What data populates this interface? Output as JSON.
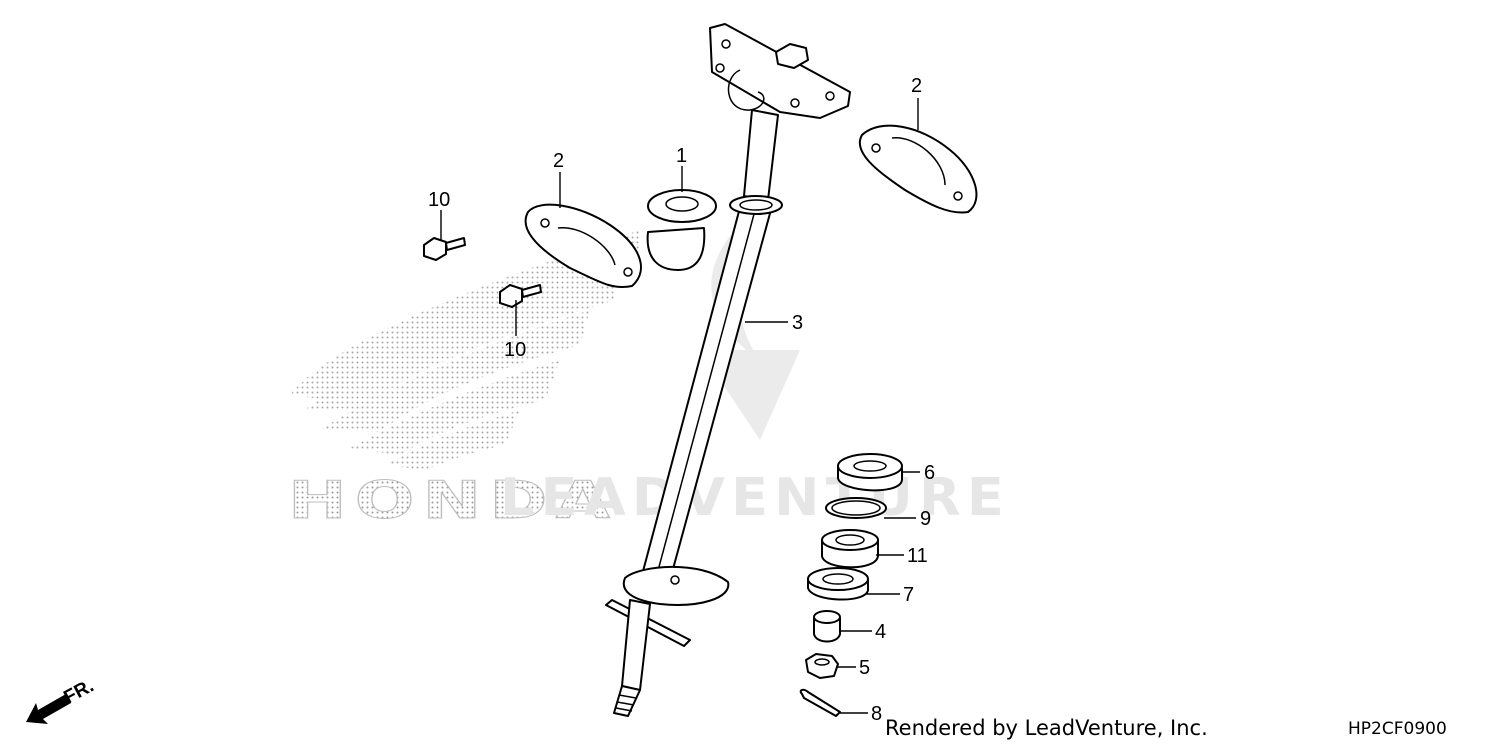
{
  "footer": {
    "rendered_by": "Rendered by LeadVenture, Inc.",
    "diagram_code": "HP2CF0900"
  },
  "direction": {
    "label": "FR."
  },
  "watermarks": {
    "brand": "HONDA",
    "overlay": "LEADVENTURE"
  },
  "callouts": {
    "1": "1",
    "2a": "2",
    "2b": "2",
    "3": "3",
    "4": "4",
    "5": "5",
    "6": "6",
    "7": "7",
    "8": "8",
    "9": "9",
    "10a": "10",
    "10b": "10",
    "11": "11"
  }
}
